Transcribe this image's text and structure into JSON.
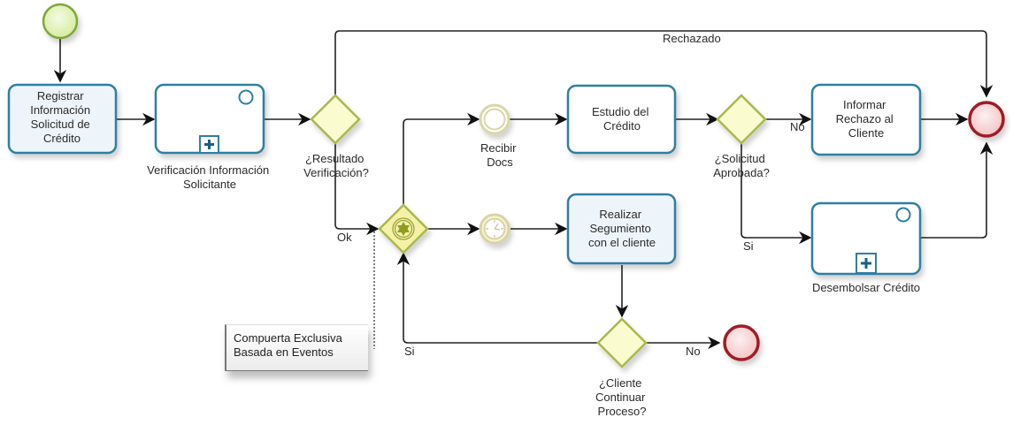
{
  "diagram": {
    "type": "BPMN process",
    "colors": {
      "task_border": "#2e7fa4",
      "gateway_fill": "#fbfbd0",
      "gateway_border": "#a9b94a",
      "start_event": "#cfe89a",
      "end_event_border": "#b01c2c",
      "end_event_fill": "#f6d2d2"
    },
    "nodes": {
      "start": {
        "label": ""
      },
      "registrar": {
        "lines": [
          "Registrar",
          "Información",
          "Solicitud de",
          "Crédito"
        ]
      },
      "verificacion": {
        "lines": [
          "Verificación Información",
          "Solicitante"
        ],
        "marker": "subprocess-plus-icon"
      },
      "gw_resultado": {
        "lines": [
          "¿Resultado",
          "Verificación?"
        ]
      },
      "gw_eventos": {
        "label": "",
        "marker": "event-based-gateway-icon"
      },
      "recibir_docs": {
        "lines": [
          "Recibir",
          "Docs"
        ]
      },
      "timer": {
        "label": "",
        "marker": "clock-icon"
      },
      "estudio": {
        "lines": [
          "Estudio del",
          "Crédito"
        ]
      },
      "gw_solicitud": {
        "lines": [
          "¿Solicitud",
          "Aprobada?"
        ]
      },
      "informar": {
        "lines": [
          "Informar",
          "Rechazo al",
          "Cliente"
        ]
      },
      "end_main": {
        "label": ""
      },
      "desembolsar": {
        "lines": [
          "Desembolsar Crédito"
        ],
        "marker": "subprocess-plus-icon"
      },
      "seguimiento": {
        "lines": [
          "Realizar",
          "Segumiento",
          "con el cliente"
        ]
      },
      "gw_cliente": {
        "lines": [
          "¿Cliente",
          "Continuar",
          "Proceso?"
        ]
      },
      "end_secondary": {
        "label": ""
      }
    },
    "edge_labels": {
      "rechazado": "Rechazado",
      "ok": "Ok",
      "no_solicitud": "No",
      "si_solicitud": "Si",
      "si_cliente": "Si",
      "no_cliente": "No"
    },
    "annotation": {
      "line1": "Compuerta Exclusiva",
      "line2": "Basada en Eventos"
    }
  }
}
